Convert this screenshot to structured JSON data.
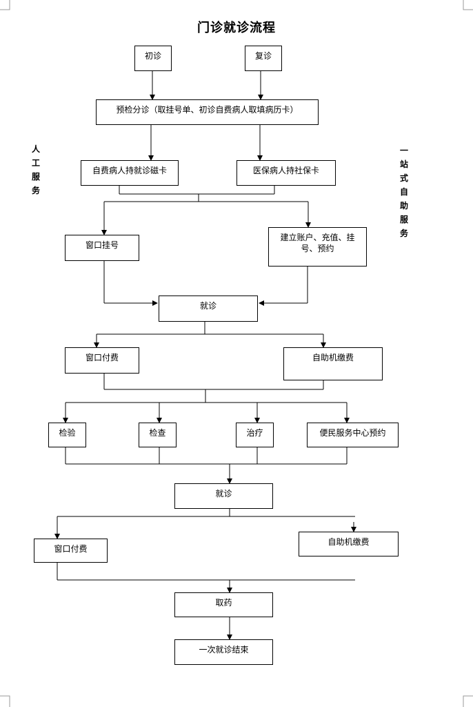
{
  "title": "门诊就诊流程",
  "side_labels": {
    "left": "人工服务",
    "right": "一站式自助服务"
  },
  "boxes": {
    "first_visit": "初诊",
    "return_visit": "复诊",
    "pre_triage": "预检分诊（取挂号单、初诊自费病人取填病历卡）",
    "self_pay_card": "自费病人持就诊磁卡",
    "insurance_card": "医保病人持社保卡",
    "window_register": "窗口挂号",
    "self_service_account": "建立账户、充值、挂号、预约",
    "consult_1": "就诊",
    "window_pay_1": "窗口付费",
    "self_pay_machine_1": "自助机缴费",
    "lab_test": "检验",
    "examination": "检查",
    "treatment": "治疗",
    "service_center": "便民服务中心预约",
    "consult_2": "就诊",
    "window_pay_2": "窗口付费",
    "self_pay_machine_2": "自助机缴费",
    "get_medicine": "取药",
    "visit_end": "一次就诊结束"
  }
}
